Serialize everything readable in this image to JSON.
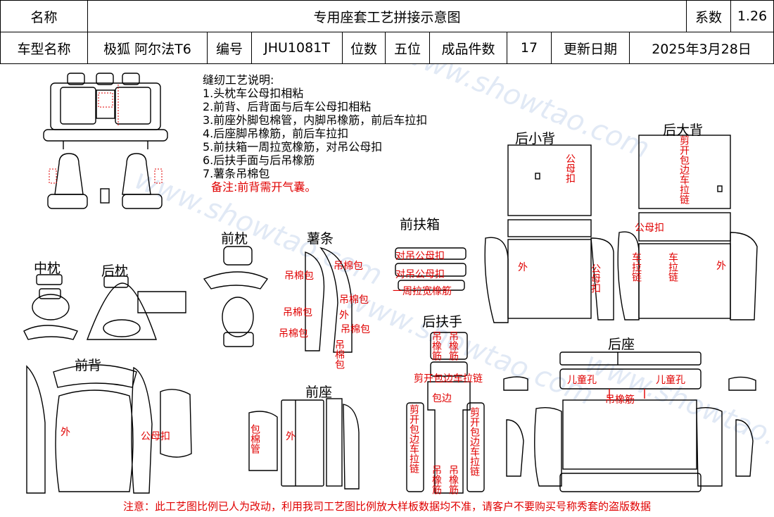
{
  "header": {
    "name_label": "名称",
    "title": "专用座套工艺拼接示意图",
    "coef_label": "系数",
    "coef_value": "1.26",
    "model_label": "车型名称",
    "model_value": "极狐 阿尔法T6",
    "code_label": "编号",
    "code_value": "JHU1081T",
    "seat_label": "位数",
    "seat_value": "五位",
    "pieces_label": "成品件数",
    "pieces_value": "17",
    "date_label": "更新日期",
    "date_value": "2025年3月28日"
  },
  "notes": {
    "heading": "缝纫工艺说明:",
    "items": [
      "1.头枕车公母扣相粘",
      "2.前背、后背面与后车公母扣相粘",
      "3.前座外脚包棉管，内脚吊橡筋，前后车拉扣",
      "4.后座脚吊橡筋，前后车拉扣",
      "5.前扶箱一周拉宽橡筋，对吊公母扣",
      "6.后扶手面与后吊橡筋",
      "7.薯条吊棉包"
    ],
    "remark": "备注:前背需开气囊。"
  },
  "sections": {
    "zhongzhen": "中枕",
    "houzhen": "后枕",
    "qianzhen": "前枕",
    "shutiao": "薯条",
    "qianfuxiang": "前扶箱",
    "houxiaobei": "后小背",
    "houdabei": "后大背",
    "houfushou": "后扶手",
    "qianbei": "前背",
    "qianzuo": "前座",
    "houzuo": "后座"
  },
  "annotations": {
    "diao_mianbao": "吊棉包",
    "wai": "外",
    "gong_mu_kou": "公母扣",
    "dui_diao_gong_mu_kou": "对吊公母扣",
    "yizhou": "一周拉宽橡筋",
    "jian_kai_lalian": "剪开包边车拉链",
    "bao_mianguan": "包棉管",
    "diao_xiangjin": "吊橡筋",
    "er_tong_kong": "儿童孔",
    "bao_bian": "包边",
    "che_lalian": "车拉链"
  },
  "footer": "注意：此工艺图比例已人为改动，利用我司工艺图比例放大样板数据均不准，请客户不要购买号称秀套的盗版数据",
  "watermark": "www.showtao.com",
  "colors": {
    "annotation": "#e00000",
    "line": "#000000",
    "watermark": "#c9d8ee"
  }
}
